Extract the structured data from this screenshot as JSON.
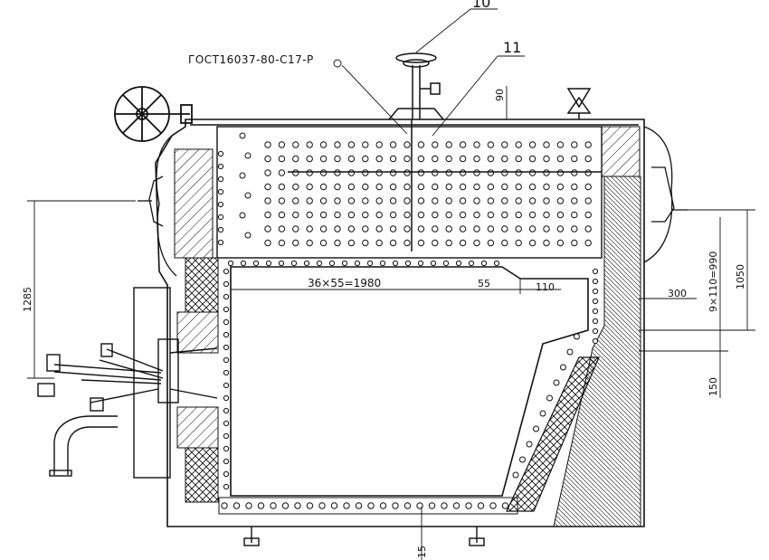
{
  "drawing": {
    "callouts": {
      "part_10": "10",
      "part_11": "11",
      "gost_ref": "ГОСТ16037-80-С17-Р"
    },
    "dimensions": {
      "tube_pitch_long": "36×55=1980",
      "pitch_55": "55",
      "offset_110": "110",
      "offset_300": "300",
      "top_90": "90",
      "height_1285": "1285",
      "height_1050": "1050",
      "pitch_vertical": "9×110=990",
      "offset_150": "150",
      "bottom_15": "15"
    },
    "colors": {
      "ink": "#111111",
      "paper": "#ffffff"
    }
  }
}
